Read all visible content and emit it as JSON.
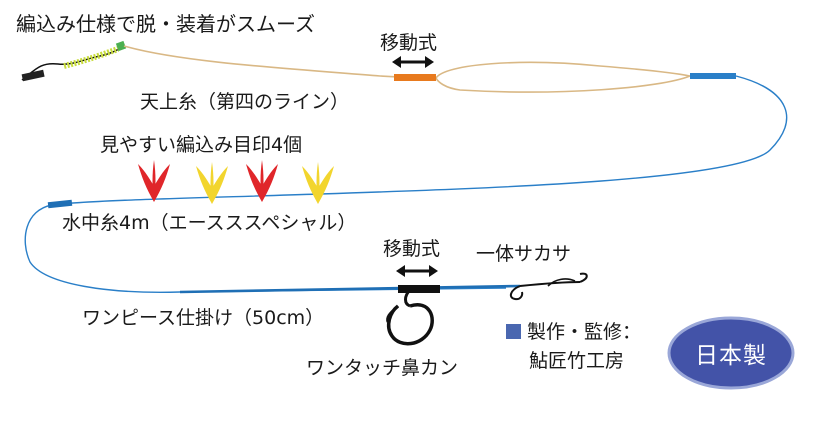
{
  "labels": {
    "top_left": "編込み仕様で脱・装着がスムーズ",
    "movable_top": "移動式",
    "main_line": "天上糸（第四のライン）",
    "markers": "見やすい編込み目印4個",
    "water_line": "水中糸4m（エースススペシャル）",
    "movable_bottom": "移動式",
    "hook": "一体サカサ",
    "one_piece": "ワンピース仕掛け（50cm）",
    "nose_ring": "ワンタッチ鼻カン",
    "maker_1": "製作・監修：",
    "maker_2": "鮎匠竹工房",
    "badge": "日本製"
  },
  "colors": {
    "line_tan": "#d9b885",
    "water_blue": "#2a7fc8",
    "rig_blue": "#1f6fb5",
    "orange": "#e87a1e",
    "red_marker": "#e0262a",
    "yellow_marker": "#f2d52e",
    "legend_square": "#4a67b0",
    "badge_fill": "#4353a8"
  },
  "icons": [
    "double-arrow-icon",
    "feather-marker-icon",
    "hook-icon",
    "nose-ring-icon"
  ]
}
